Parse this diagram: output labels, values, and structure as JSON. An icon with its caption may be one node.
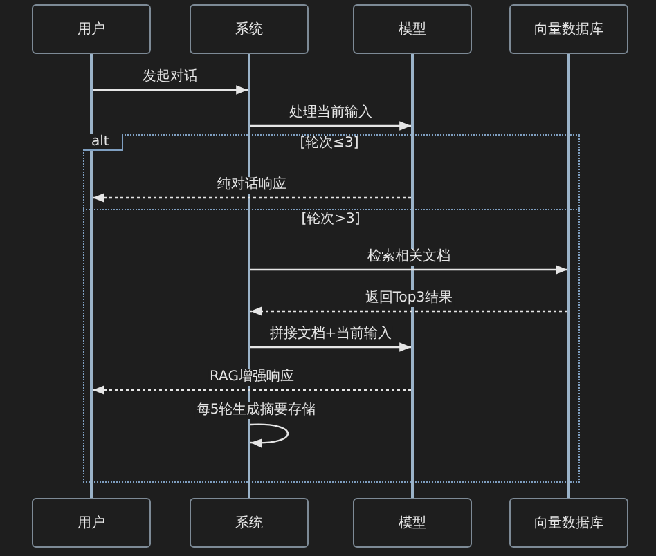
{
  "diagram": {
    "nodes": [
      {
        "text": [
          "用户"
        ]
      },
      {
        "text": [
          "系统"
        ]
      },
      {
        "text": [
          "模型"
        ]
      },
      {
        "text": [
          "向量数据库"
        ]
      },
      {
        "text": [],
        "shape": "bar"
      },
      {
        "text": [],
        "shape": "bar"
      },
      {
        "text": [],
        "shape": "bar"
      },
      {
        "text": [],
        "shape": "bar"
      },
      {
        "text": [
          "用户"
        ]
      },
      {
        "text": [
          "系统"
        ]
      },
      {
        "text": [
          "模型"
        ]
      },
      {
        "text": [
          "向量数据库"
        ]
      }
    ],
    "edges": [
      {
        "from": 4,
        "to": 5,
        "arrow": "to",
        "label": "发起对话"
      },
      {
        "from": 5,
        "to": 6,
        "arrow": "to",
        "label": "处理当前输入"
      },
      {
        "from": 6,
        "to": 4,
        "arrow": "to",
        "label": "纯对话响应",
        "style": "dashed"
      },
      {
        "from": 5,
        "to": 7,
        "arrow": "to",
        "label": "检索相关文档"
      },
      {
        "from": 7,
        "to": 5,
        "arrow": "to",
        "label": "返回Top3结果",
        "style": "dashed"
      },
      {
        "from": 5,
        "to": 6,
        "arrow": "to",
        "label": "拼接文档+当前输入"
      },
      {
        "from": 6,
        "to": 4,
        "arrow": "to",
        "label": "RAG增强响应",
        "style": "dashed"
      },
      {
        "from": 5,
        "to": 5,
        "arrow": "to",
        "label": "每5轮生成摘要存储"
      }
    ],
    "labels": [
      "alt",
      "[轮次≤3]",
      "[轮次>3]"
    ]
  }
}
